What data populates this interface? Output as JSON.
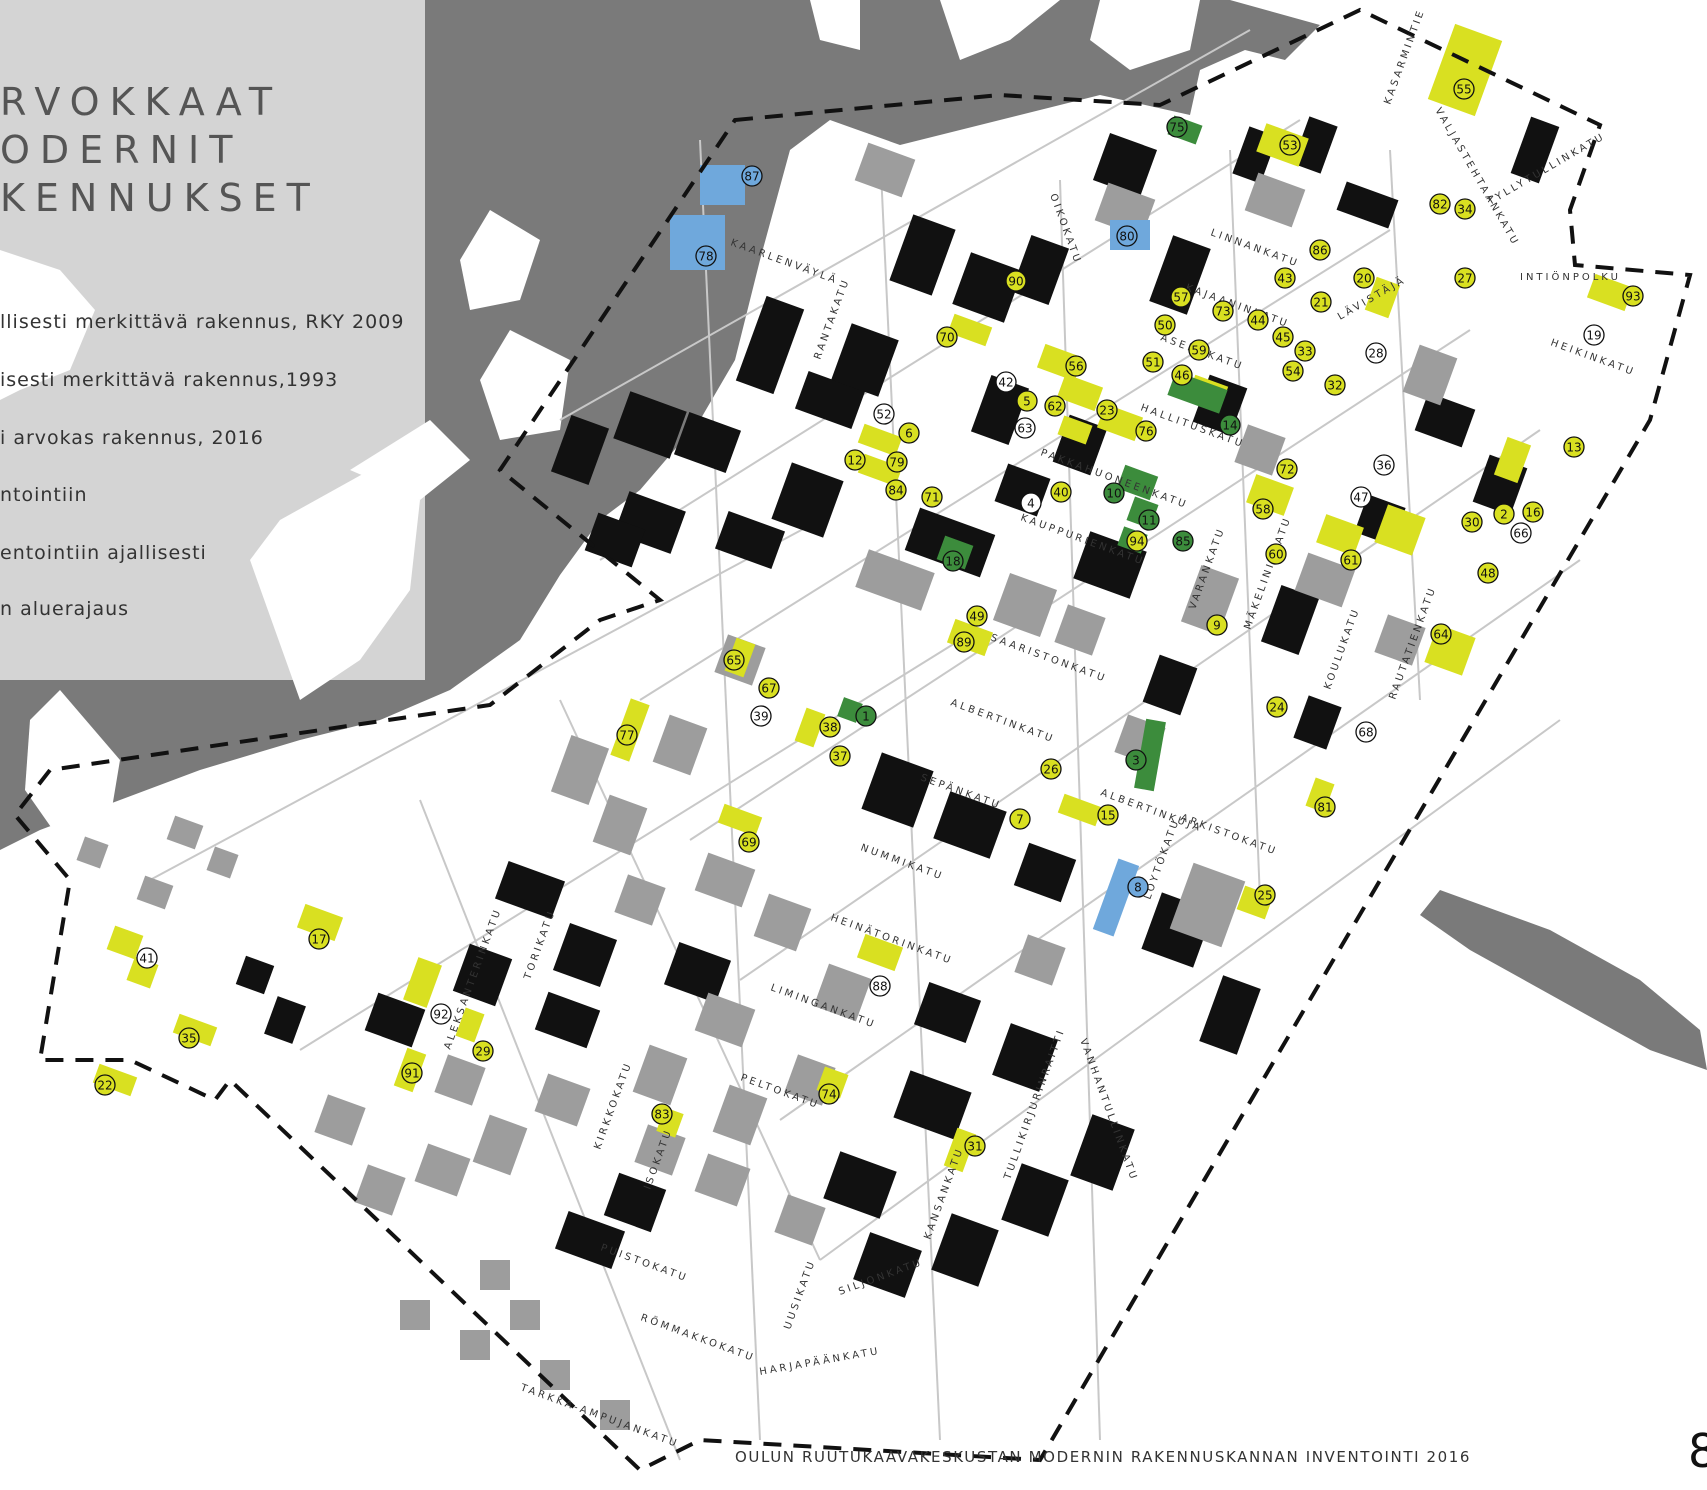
{
  "title_lines": [
    "RVOKKAAT",
    "ODERNIT",
    "KENNUKSET"
  ],
  "legend": [
    "llisesti merkittävä rakennus, RKY 2009",
    "isesti merkittävä rakennus,1993",
    "i arvokas rakennus, 2016",
    "ntointiin",
    "entointiin ajallisesti",
    "n aluerajaus"
  ],
  "footer": "OULUN RUUTUKAAVAKESKUSTAN MODERNIN RAKENNUSKANNAN INVENTOINTI  2016",
  "page_number": "8",
  "colors": {
    "water": "#7a7a7a",
    "panel": "#d4d4d4",
    "black": "#111111",
    "gray": "#9d9d9d",
    "yellow": "#d9e021",
    "green": "#3c8c3c",
    "blue": "#6fa8dc",
    "streets": "#c8c8c8"
  },
  "streets": [
    "KAARLENVÄYLÄ",
    "RANTAKATU",
    "OIKOKATU",
    "LINNANKATU",
    "KAJAANINKATU",
    "ASEMAKATU",
    "HALLITUSKATU",
    "PAKKAHUONEENKATU",
    "KAUPPURIENKATU",
    "SAARISTONKATU",
    "ALBERTINKATU",
    "SEPÄNKATU",
    "NUMMIKATU",
    "HEINÄTORINKATU",
    "LIMINGANKATU",
    "PELTOKATU",
    "KIRKKOKATU",
    "ISOKATU",
    "PUISTOKATU",
    "RÖMMAKKOKATU",
    "TARKKA-AMPUJANKATU",
    "HARJAPÄÄNKATU",
    "SILJONKATU",
    "UUSIKATU",
    "KANSANKATU",
    "VANHANTULLINKATU",
    "TULLIKIRJURINRAITTI",
    "LÖYTÖKATU",
    "ALBERTINKUJA",
    "ARKISTOKATU",
    "KOULUKATU",
    "RAUTATIENKATU",
    "MÄKELININKATU",
    "VARANKATU",
    "KASARMINTIE",
    "VALJASTEHTAANKATU",
    "TYLLYTULLINKATU",
    "INTIÖNPOLKU",
    "HEIKINKATU",
    "LÄVISTÄJÄ",
    "ALEKSANTERINKATU",
    "TORIKATU"
  ],
  "markers": [
    {
      "n": "1",
      "c": "green"
    },
    {
      "n": "2",
      "c": "yellow"
    },
    {
      "n": "3",
      "c": "green"
    },
    {
      "n": "4",
      "c": "white"
    },
    {
      "n": "5",
      "c": "yellow"
    },
    {
      "n": "6",
      "c": "yellow"
    },
    {
      "n": "7",
      "c": "yellow"
    },
    {
      "n": "8",
      "c": "blue"
    },
    {
      "n": "9",
      "c": "yellow"
    },
    {
      "n": "10",
      "c": "green"
    },
    {
      "n": "11",
      "c": "green"
    },
    {
      "n": "12",
      "c": "yellow"
    },
    {
      "n": "13",
      "c": "yellow"
    },
    {
      "n": "14",
      "c": "green"
    },
    {
      "n": "15",
      "c": "yellow"
    },
    {
      "n": "16",
      "c": "yellow"
    },
    {
      "n": "17",
      "c": "yellow"
    },
    {
      "n": "18",
      "c": "green"
    },
    {
      "n": "19",
      "c": "white"
    },
    {
      "n": "20",
      "c": "yellow"
    },
    {
      "n": "21",
      "c": "yellow"
    },
    {
      "n": "22",
      "c": "yellow"
    },
    {
      "n": "23",
      "c": "yellow"
    },
    {
      "n": "24",
      "c": "yellow"
    },
    {
      "n": "25",
      "c": "yellow"
    },
    {
      "n": "26",
      "c": "yellow"
    },
    {
      "n": "27",
      "c": "yellow"
    },
    {
      "n": "28",
      "c": "white"
    },
    {
      "n": "29",
      "c": "yellow"
    },
    {
      "n": "30",
      "c": "yellow"
    },
    {
      "n": "31",
      "c": "yellow"
    },
    {
      "n": "32",
      "c": "yellow"
    },
    {
      "n": "33",
      "c": "yellow"
    },
    {
      "n": "34",
      "c": "yellow"
    },
    {
      "n": "35",
      "c": "yellow"
    },
    {
      "n": "36",
      "c": "white"
    },
    {
      "n": "37",
      "c": "yellow"
    },
    {
      "n": "38",
      "c": "yellow"
    },
    {
      "n": "39",
      "c": "white"
    },
    {
      "n": "40",
      "c": "yellow"
    },
    {
      "n": "41",
      "c": "white"
    },
    {
      "n": "42",
      "c": "white"
    },
    {
      "n": "43",
      "c": "yellow"
    },
    {
      "n": "44",
      "c": "yellow"
    },
    {
      "n": "45",
      "c": "yellow"
    },
    {
      "n": "46",
      "c": "yellow"
    },
    {
      "n": "47",
      "c": "white"
    },
    {
      "n": "48",
      "c": "yellow"
    },
    {
      "n": "49",
      "c": "yellow"
    },
    {
      "n": "50",
      "c": "yellow"
    },
    {
      "n": "51",
      "c": "yellow"
    },
    {
      "n": "52",
      "c": "white"
    },
    {
      "n": "53",
      "c": "yellow"
    },
    {
      "n": "54",
      "c": "yellow"
    },
    {
      "n": "55",
      "c": "yellow"
    },
    {
      "n": "56",
      "c": "yellow"
    },
    {
      "n": "57",
      "c": "yellow"
    },
    {
      "n": "58",
      "c": "yellow"
    },
    {
      "n": "59",
      "c": "yellow"
    },
    {
      "n": "60",
      "c": "yellow"
    },
    {
      "n": "61",
      "c": "yellow"
    },
    {
      "n": "62",
      "c": "yellow"
    },
    {
      "n": "63",
      "c": "white"
    },
    {
      "n": "64",
      "c": "yellow"
    },
    {
      "n": "65",
      "c": "yellow"
    },
    {
      "n": "66",
      "c": "white"
    },
    {
      "n": "67",
      "c": "yellow"
    },
    {
      "n": "68",
      "c": "white"
    },
    {
      "n": "69",
      "c": "yellow"
    },
    {
      "n": "70",
      "c": "yellow"
    },
    {
      "n": "71",
      "c": "yellow"
    },
    {
      "n": "72",
      "c": "yellow"
    },
    {
      "n": "73",
      "c": "yellow"
    },
    {
      "n": "74",
      "c": "yellow"
    },
    {
      "n": "75",
      "c": "green"
    },
    {
      "n": "76",
      "c": "yellow"
    },
    {
      "n": "77",
      "c": "yellow"
    },
    {
      "n": "78",
      "c": "blue"
    },
    {
      "n": "79",
      "c": "yellow"
    },
    {
      "n": "80",
      "c": "blue"
    },
    {
      "n": "81",
      "c": "yellow"
    },
    {
      "n": "82",
      "c": "yellow"
    },
    {
      "n": "83",
      "c": "yellow"
    },
    {
      "n": "84",
      "c": "yellow"
    },
    {
      "n": "85",
      "c": "green"
    },
    {
      "n": "86",
      "c": "yellow"
    },
    {
      "n": "87",
      "c": "blue"
    },
    {
      "n": "88",
      "c": "white"
    },
    {
      "n": "89",
      "c": "yellow"
    },
    {
      "n": "90",
      "c": "yellow"
    },
    {
      "n": "91",
      "c": "yellow"
    },
    {
      "n": "92",
      "c": "white"
    },
    {
      "n": "93",
      "c": "yellow"
    },
    {
      "n": "94",
      "c": "yellow"
    }
  ]
}
